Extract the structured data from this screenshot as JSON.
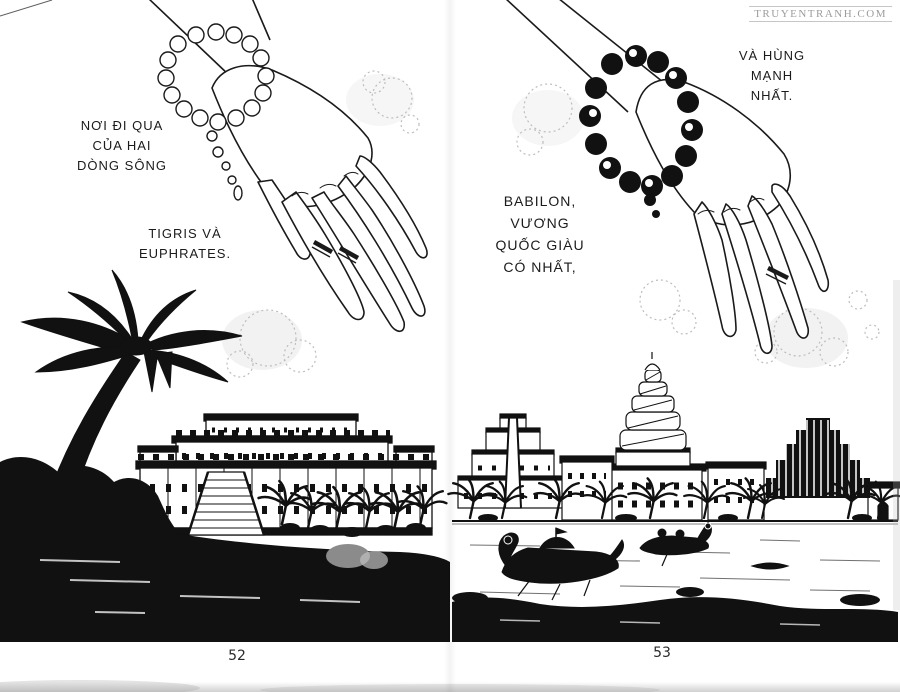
{
  "watermark": "TRUYENTRANH.COM",
  "pages": {
    "left": {
      "number": "52"
    },
    "right": {
      "number": "53"
    }
  },
  "captions": {
    "rivers": {
      "lines": [
        "NƠI ĐI QUA",
        "CỦA HAI",
        "DÒNG SÔNG"
      ]
    },
    "tigris": {
      "lines": [
        "TIGRIS VÀ",
        "EUPHRATES."
      ]
    },
    "mighty": {
      "lines": [
        "VÀ HÙNG",
        "MẠNH",
        "NHẤT."
      ]
    },
    "babilon": {
      "lines": [
        "BABILON,",
        "VƯƠNG",
        "QUỐC GIÀU",
        "CÓ NHẤT,"
      ]
    }
  },
  "colors": {
    "ink": "#1a1a1a",
    "paper": "#ffffff",
    "watermark_gray": "#9c9c9c",
    "screentone_gray": "#bdbdbd"
  }
}
